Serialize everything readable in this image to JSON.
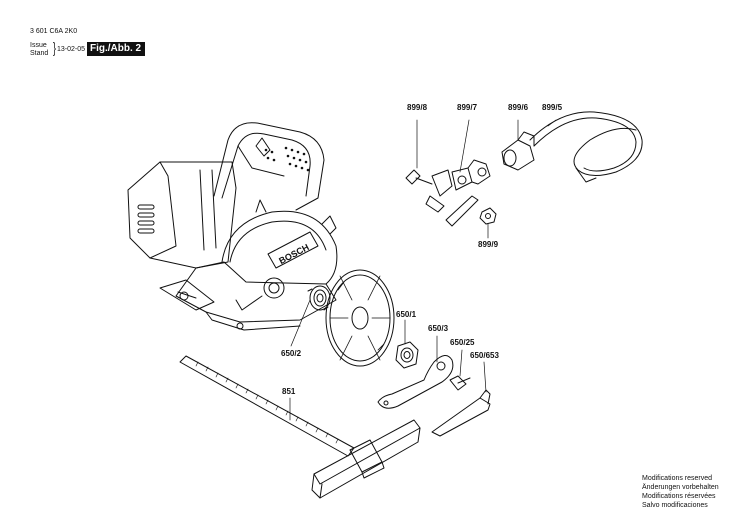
{
  "header": {
    "doc_number": "3 601 C6A 2K0",
    "issue_label": "Issue",
    "stand_label": "Stand",
    "brace": "}",
    "date": "13-02-05",
    "figure": "Fig./Abb. 2"
  },
  "brand": "BOSCH",
  "part_labels": {
    "p899_8": "899/8",
    "p899_7": "899/7",
    "p899_6": "899/6",
    "p899_5": "899/5",
    "p899_9": "899/9",
    "p650_1": "650/1",
    "p650_3": "650/3",
    "p650_25": "650/25",
    "p650_653": "650/653",
    "p650_2": "650/2",
    "p851": "851"
  },
  "notes": [
    "Modifications reserved",
    "Änderungen vorbehalten",
    "Modifications réservées",
    "Salvo modificaciones"
  ]
}
